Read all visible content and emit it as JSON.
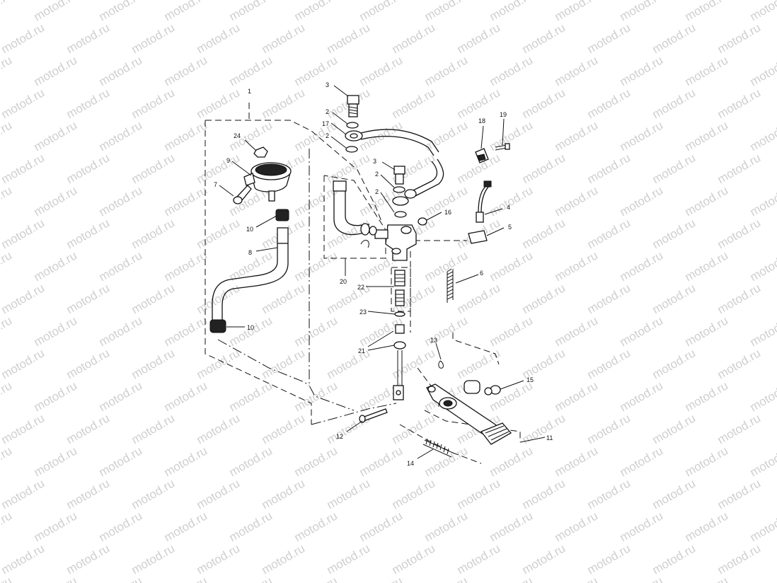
{
  "watermark": "motod.ru",
  "callouts": [
    {
      "id": "c1",
      "text": "1"
    },
    {
      "id": "c2a",
      "text": "2"
    },
    {
      "id": "c2b",
      "text": "2"
    },
    {
      "id": "c2c",
      "text": "2"
    },
    {
      "id": "c2d",
      "text": "2"
    },
    {
      "id": "c3a",
      "text": "3"
    },
    {
      "id": "c3b",
      "text": "3"
    },
    {
      "id": "c4",
      "text": "4"
    },
    {
      "id": "c5",
      "text": "5"
    },
    {
      "id": "c6",
      "text": "6"
    },
    {
      "id": "c7",
      "text": "7"
    },
    {
      "id": "c8",
      "text": "8"
    },
    {
      "id": "c9",
      "text": "9"
    },
    {
      "id": "c10a",
      "text": "10"
    },
    {
      "id": "c10b",
      "text": "10"
    },
    {
      "id": "c11",
      "text": "11"
    },
    {
      "id": "c12",
      "text": "12"
    },
    {
      "id": "c13",
      "text": "13"
    },
    {
      "id": "c14",
      "text": "14"
    },
    {
      "id": "c15",
      "text": "15"
    },
    {
      "id": "c16",
      "text": "16"
    },
    {
      "id": "c17",
      "text": "17"
    },
    {
      "id": "c18",
      "text": "18"
    },
    {
      "id": "c19",
      "text": "19"
    },
    {
      "id": "c20",
      "text": "20"
    },
    {
      "id": "c21",
      "text": "21"
    },
    {
      "id": "c22",
      "text": "22"
    },
    {
      "id": "c23",
      "text": "23"
    },
    {
      "id": "c24",
      "text": "24"
    }
  ]
}
